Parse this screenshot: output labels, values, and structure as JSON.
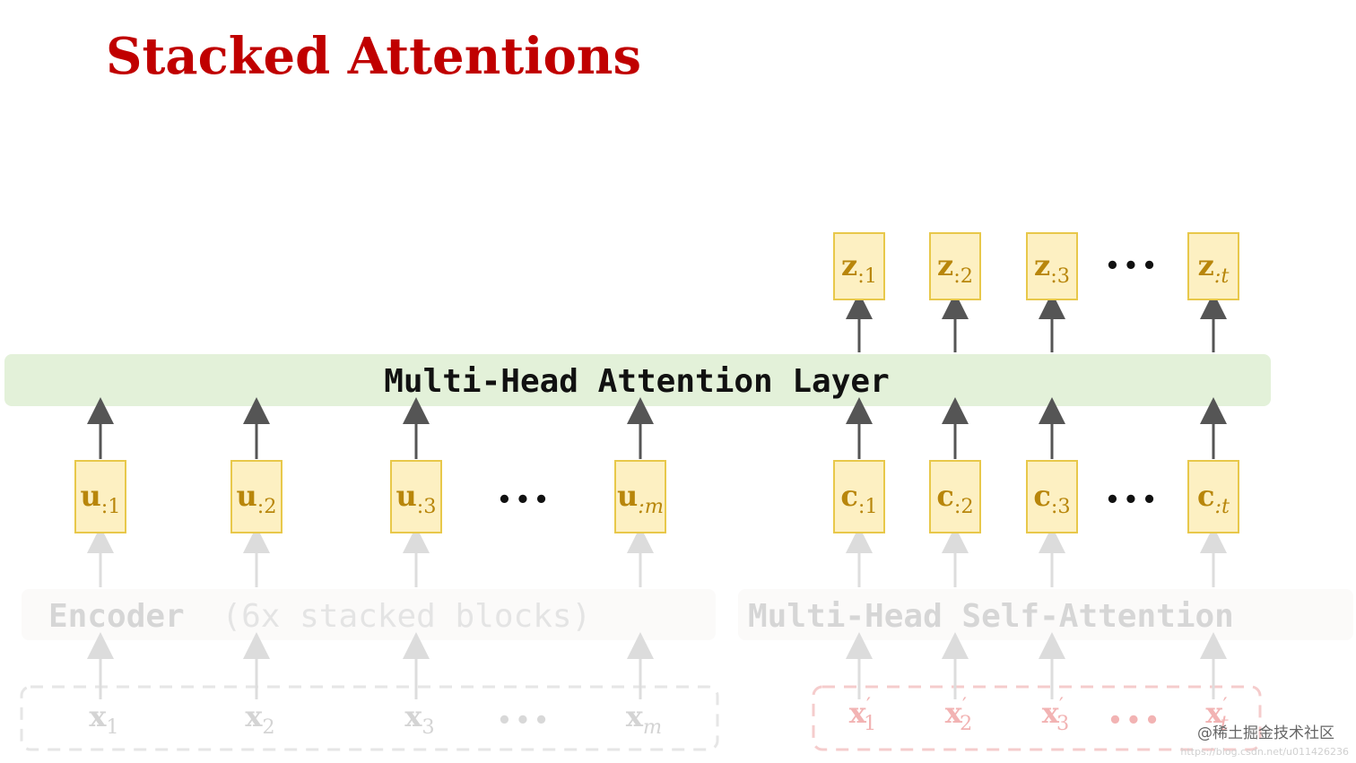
{
  "title": "Stacked Attentions",
  "attention_layer": {
    "label": "Multi-Head Attention Layer"
  },
  "encoder": {
    "label_main": "Encoder",
    "label_sub": "(6x stacked blocks)"
  },
  "self_attention": {
    "label": "Multi-Head Self-Attention"
  },
  "outputs_z": [
    {
      "base": "z",
      "sub": ":1"
    },
    {
      "base": "z",
      "sub": ":2"
    },
    {
      "base": "z",
      "sub": ":3"
    },
    {
      "base": "z",
      "sub": ":t"
    }
  ],
  "encoder_outputs_u": [
    {
      "base": "u",
      "sub": ":1"
    },
    {
      "base": "u",
      "sub": ":2"
    },
    {
      "base": "u",
      "sub": ":3"
    },
    {
      "base": "u",
      "sub": ":m"
    }
  ],
  "context_c": [
    {
      "base": "c",
      "sub": ":1"
    },
    {
      "base": "c",
      "sub": ":2"
    },
    {
      "base": "c",
      "sub": ":3"
    },
    {
      "base": "c",
      "sub": ":t"
    }
  ],
  "inputs_x": [
    {
      "base": "x",
      "sub": "1"
    },
    {
      "base": "x",
      "sub": "2"
    },
    {
      "base": "x",
      "sub": "3"
    },
    {
      "base": "x",
      "sub": "m"
    }
  ],
  "inputs_x_prime": [
    {
      "base": "x",
      "sub": "1",
      "prime": "′"
    },
    {
      "base": "x",
      "sub": "2",
      "prime": "′"
    },
    {
      "base": "x",
      "sub": "3",
      "prime": "′"
    },
    {
      "base": "x",
      "sub": "t",
      "prime": "′"
    }
  ],
  "ellipsis": "•••",
  "watermark": {
    "line1": "@稀土掘金技术社区",
    "line2": "https://blog.csdn.net/u011426236"
  },
  "colors": {
    "title": "#c00000",
    "box_fill": "#fdf0c2",
    "box_stroke": "#e8c84a",
    "box_text": "#b8860b",
    "layer_fill": "#e3f1d9",
    "arrow": "#555555",
    "faded_arrow": "#dddddd",
    "faded_text": "#d6d6d6",
    "faded_red": "#f2b3b3"
  }
}
